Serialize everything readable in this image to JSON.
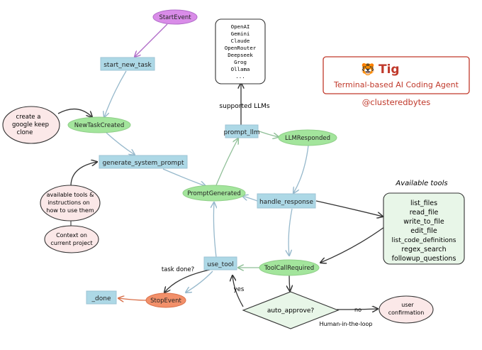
{
  "nodes": {
    "start_event": "StartEvent",
    "start_new_task": "start_new_task",
    "new_task_created": "NewTaskCreated",
    "generate_system_prompt": "generate_system_prompt",
    "prompt_generated": "PromptGenerated",
    "prompt_llm": "prompt_llm",
    "llm_responded": "LLMResponded",
    "handle_response": "handle_response",
    "tool_call_required": "ToolCallRequired",
    "use_tool": "use_tool",
    "stop_event": "StopEvent",
    "done": "_done",
    "auto_approve": "auto_approve?"
  },
  "notes": {
    "google_keep": [
      "create a",
      "google keep",
      "clone"
    ],
    "tools_instructions": [
      "available tools &",
      "instructions on",
      "how to use them"
    ],
    "context": [
      "Context on",
      "current project"
    ],
    "user_confirmation": [
      "user",
      "confirmation"
    ]
  },
  "llms": {
    "items": [
      "OpenAI",
      "Gemini",
      "Claude",
      "OpenRouter",
      "Deepseek",
      "Grog",
      "Ollama",
      "..."
    ],
    "caption": "supported LLMs"
  },
  "tools": {
    "title": "Available tools",
    "items": [
      "list_files",
      "read_file",
      "write_to_file",
      "edit_file",
      "list_code_definitions",
      "regex_search",
      "followup_questions"
    ]
  },
  "labels": {
    "task_done": "task done?",
    "yes": "yes",
    "no": "no",
    "human_in_loop": "Human-in-the-loop"
  },
  "brand": {
    "emoji": "🐯",
    "name": "Tig",
    "tagline": "Terminal-based AI Coding Agent",
    "handle": "@clusteredbytes"
  },
  "colors": {
    "step_box": "#add8e6",
    "event_green": "#a3e59c",
    "start_purple": "#d98ce8",
    "stop_orange": "#f2906a",
    "note_pink": "#fbe8e8",
    "tools_panel": "#e8f6e8",
    "brand_red": "#c0392b",
    "arrow_green": "#9cc9a4",
    "arrow_blue": "#a9c7d8"
  }
}
